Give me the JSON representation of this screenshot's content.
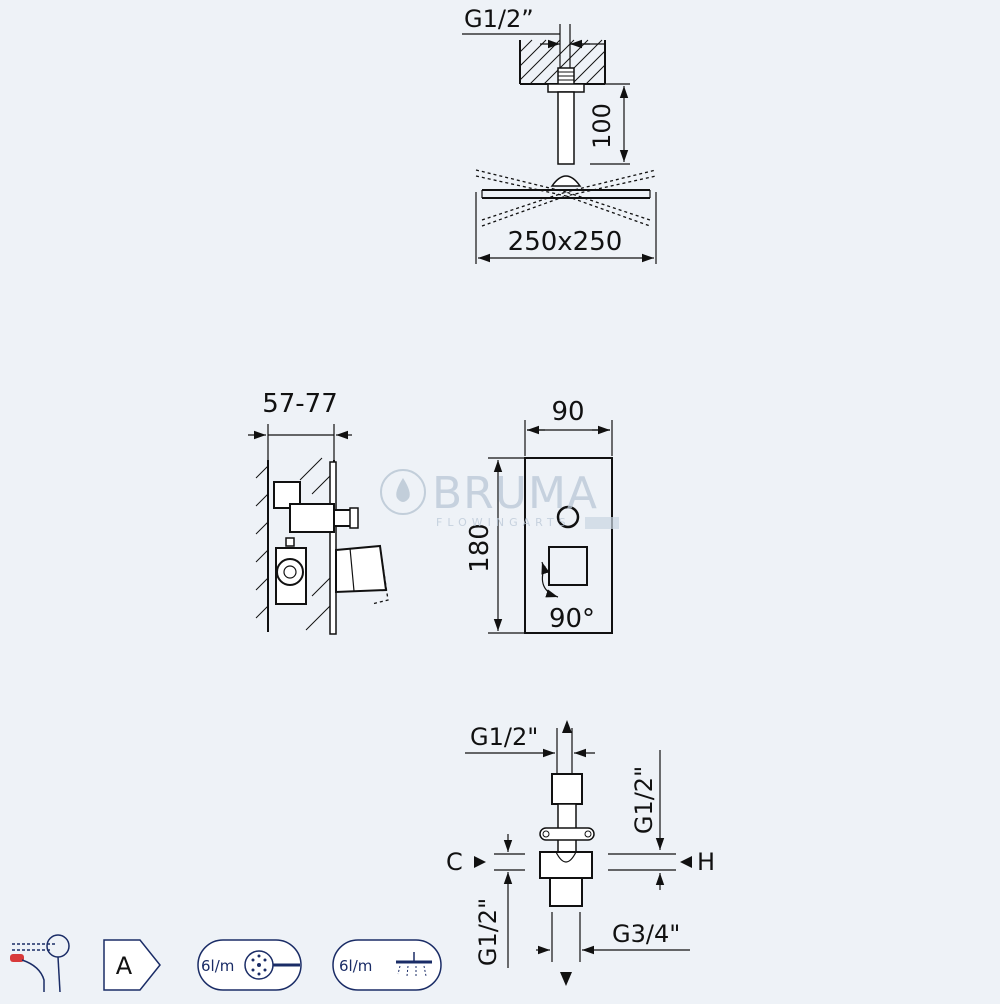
{
  "shower_head": {
    "thread_label": "G1/2”",
    "arm_length_label": "100",
    "head_size_label": "250x250"
  },
  "mixer_side": {
    "depth_label": "57-77"
  },
  "mixer_front": {
    "width_label": "90",
    "height_label": "180",
    "rotation_label": "90°"
  },
  "watermark": {
    "brand": "BRUMA",
    "tagline": "FLOWINGARTS"
  },
  "valve_body": {
    "top_thread_label": "G1/2\"",
    "right_thread_label": "G1/2\"",
    "left_bottom_thread_label": "G1/2\"",
    "bottom_thread_label": "G3/4\"",
    "cold_marker": "C",
    "hot_marker": "H"
  },
  "badges": {
    "energy_class": "A",
    "hand_shower_flow": "6l/m",
    "head_shower_flow": "6l/m"
  },
  "colors": {
    "badge_blue": "#1a2c66",
    "badge_red": "#d83a3a",
    "background": "#eef2f7"
  }
}
